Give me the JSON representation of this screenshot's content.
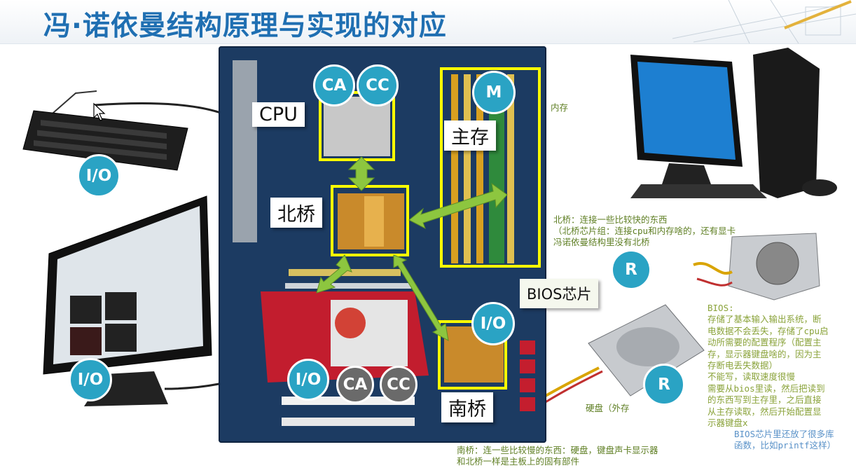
{
  "title": "冯·诺依曼结构原理与实现的对应",
  "labels": {
    "cpu": "CPU",
    "main_memory": "主存",
    "north_bridge": "北桥",
    "bios_chip": "BIOS芯片",
    "south_bridge": "南桥"
  },
  "badges": {
    "ca": "CA",
    "cc": "CC",
    "m": "M",
    "io": "I/O",
    "r": "R"
  },
  "notes": {
    "memory": "内存",
    "north_bridge": "北桥：连接一些比较快的东西\n（北桥芯片组：连接cpu和内存啥的，还有显卡\n冯诺依曼结构里没有北桥",
    "bios": "BIOS:\n存储了基本输入输出系统，断\n电数据不会丢失，存储了cpu启\n动所需要的配置程序（配置主\n存，显示器键盘啥的，因为主\n存断电丢失数据）\n不能写，读取速度很慢\n需要从bios里读，然后把读到\n的东西写到主存里，之后直接\n从主存读取，然后开始配置显\n示器键盘x",
    "hard_disk": "硬盘（外存",
    "bios_library": "BIOS芯片里还放了很多库\n函数，比如printf这样）",
    "south_bridge": "南桥：连一些比较慢的东西：硬盘，键盘声卡显示器\n和北桥一样是主板上的固有部件"
  },
  "colors": {
    "title": "#1f6fb2",
    "badge_teal": "#2aa3c4",
    "badge_gray": "#6a6a6a",
    "highlight_box": "#ffff00",
    "arrow": "#8dc63f",
    "note_text": "#6b8f2a"
  }
}
